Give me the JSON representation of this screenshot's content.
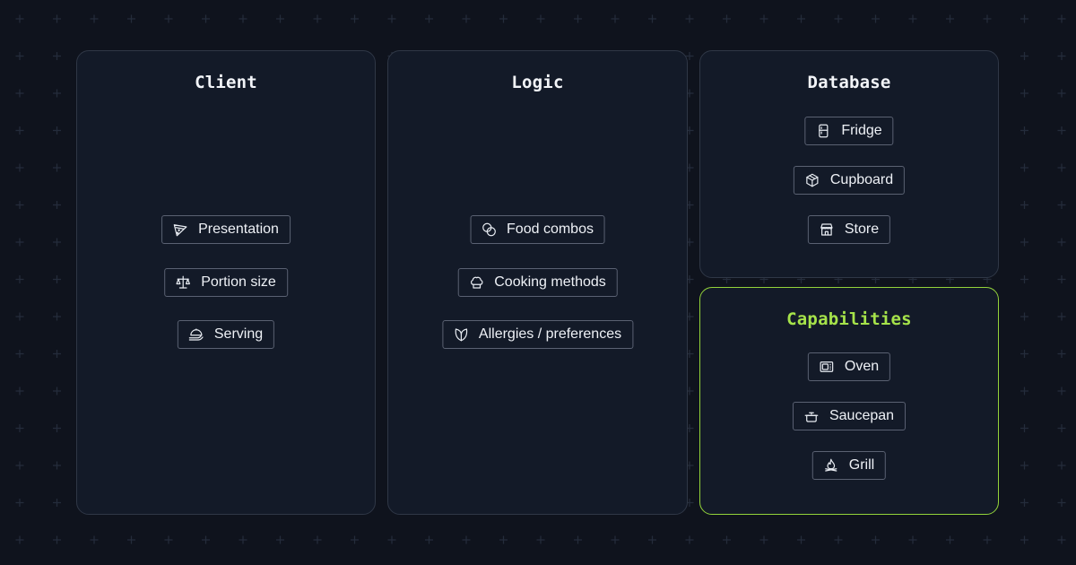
{
  "colors": {
    "background": "#0f131d",
    "panel": "#131a28",
    "panel_border": "#2f3746",
    "accent": "#a6e34a",
    "chip_border": "#5a6172"
  },
  "panels": {
    "client": {
      "title": "Client",
      "items": [
        {
          "label": "Presentation",
          "icon": "pizza-slice-icon"
        },
        {
          "label": "Portion size",
          "icon": "scale-icon"
        },
        {
          "label": "Serving",
          "icon": "serving-icon"
        }
      ]
    },
    "logic": {
      "title": "Logic",
      "items": [
        {
          "label": "Food combos",
          "icon": "overlapping-circles-icon"
        },
        {
          "label": "Cooking methods",
          "icon": "chef-hat-icon"
        },
        {
          "label": "Allergies / preferences",
          "icon": "leaf-icon"
        }
      ]
    },
    "database": {
      "title": "Database",
      "items": [
        {
          "label": "Fridge",
          "icon": "fridge-icon"
        },
        {
          "label": "Cupboard",
          "icon": "box-icon"
        },
        {
          "label": "Store",
          "icon": "store-icon"
        }
      ]
    },
    "capabilities": {
      "title": "Capabilities",
      "items": [
        {
          "label": "Oven",
          "icon": "oven-icon"
        },
        {
          "label": "Saucepan",
          "icon": "saucepan-icon"
        },
        {
          "label": "Grill",
          "icon": "flame-icon"
        }
      ]
    }
  }
}
